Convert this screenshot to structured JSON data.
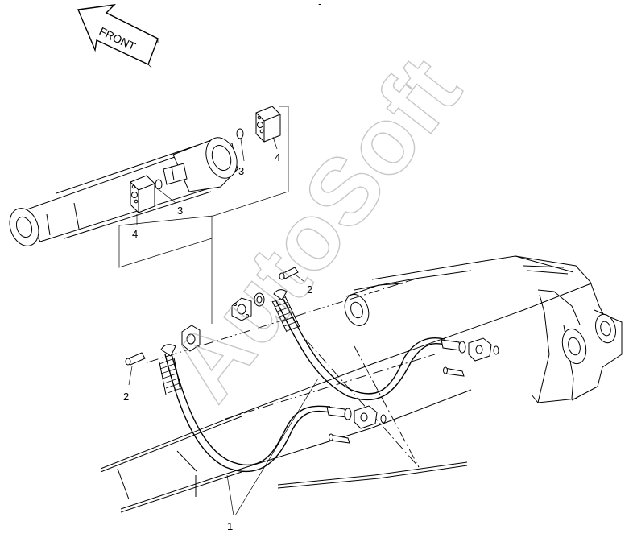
{
  "direction_arrow": {
    "label": "FRONT"
  },
  "top_mark": {
    "text": "¯-"
  },
  "watermark": {
    "text": "AutoSoft",
    "color": "#9a9a9a"
  },
  "callouts": {
    "hose": "1",
    "bolt_left": "2",
    "bolt_right": "2",
    "oring_left": "3",
    "oring_right": "3",
    "flange_left": "4",
    "flange_right": "4"
  }
}
